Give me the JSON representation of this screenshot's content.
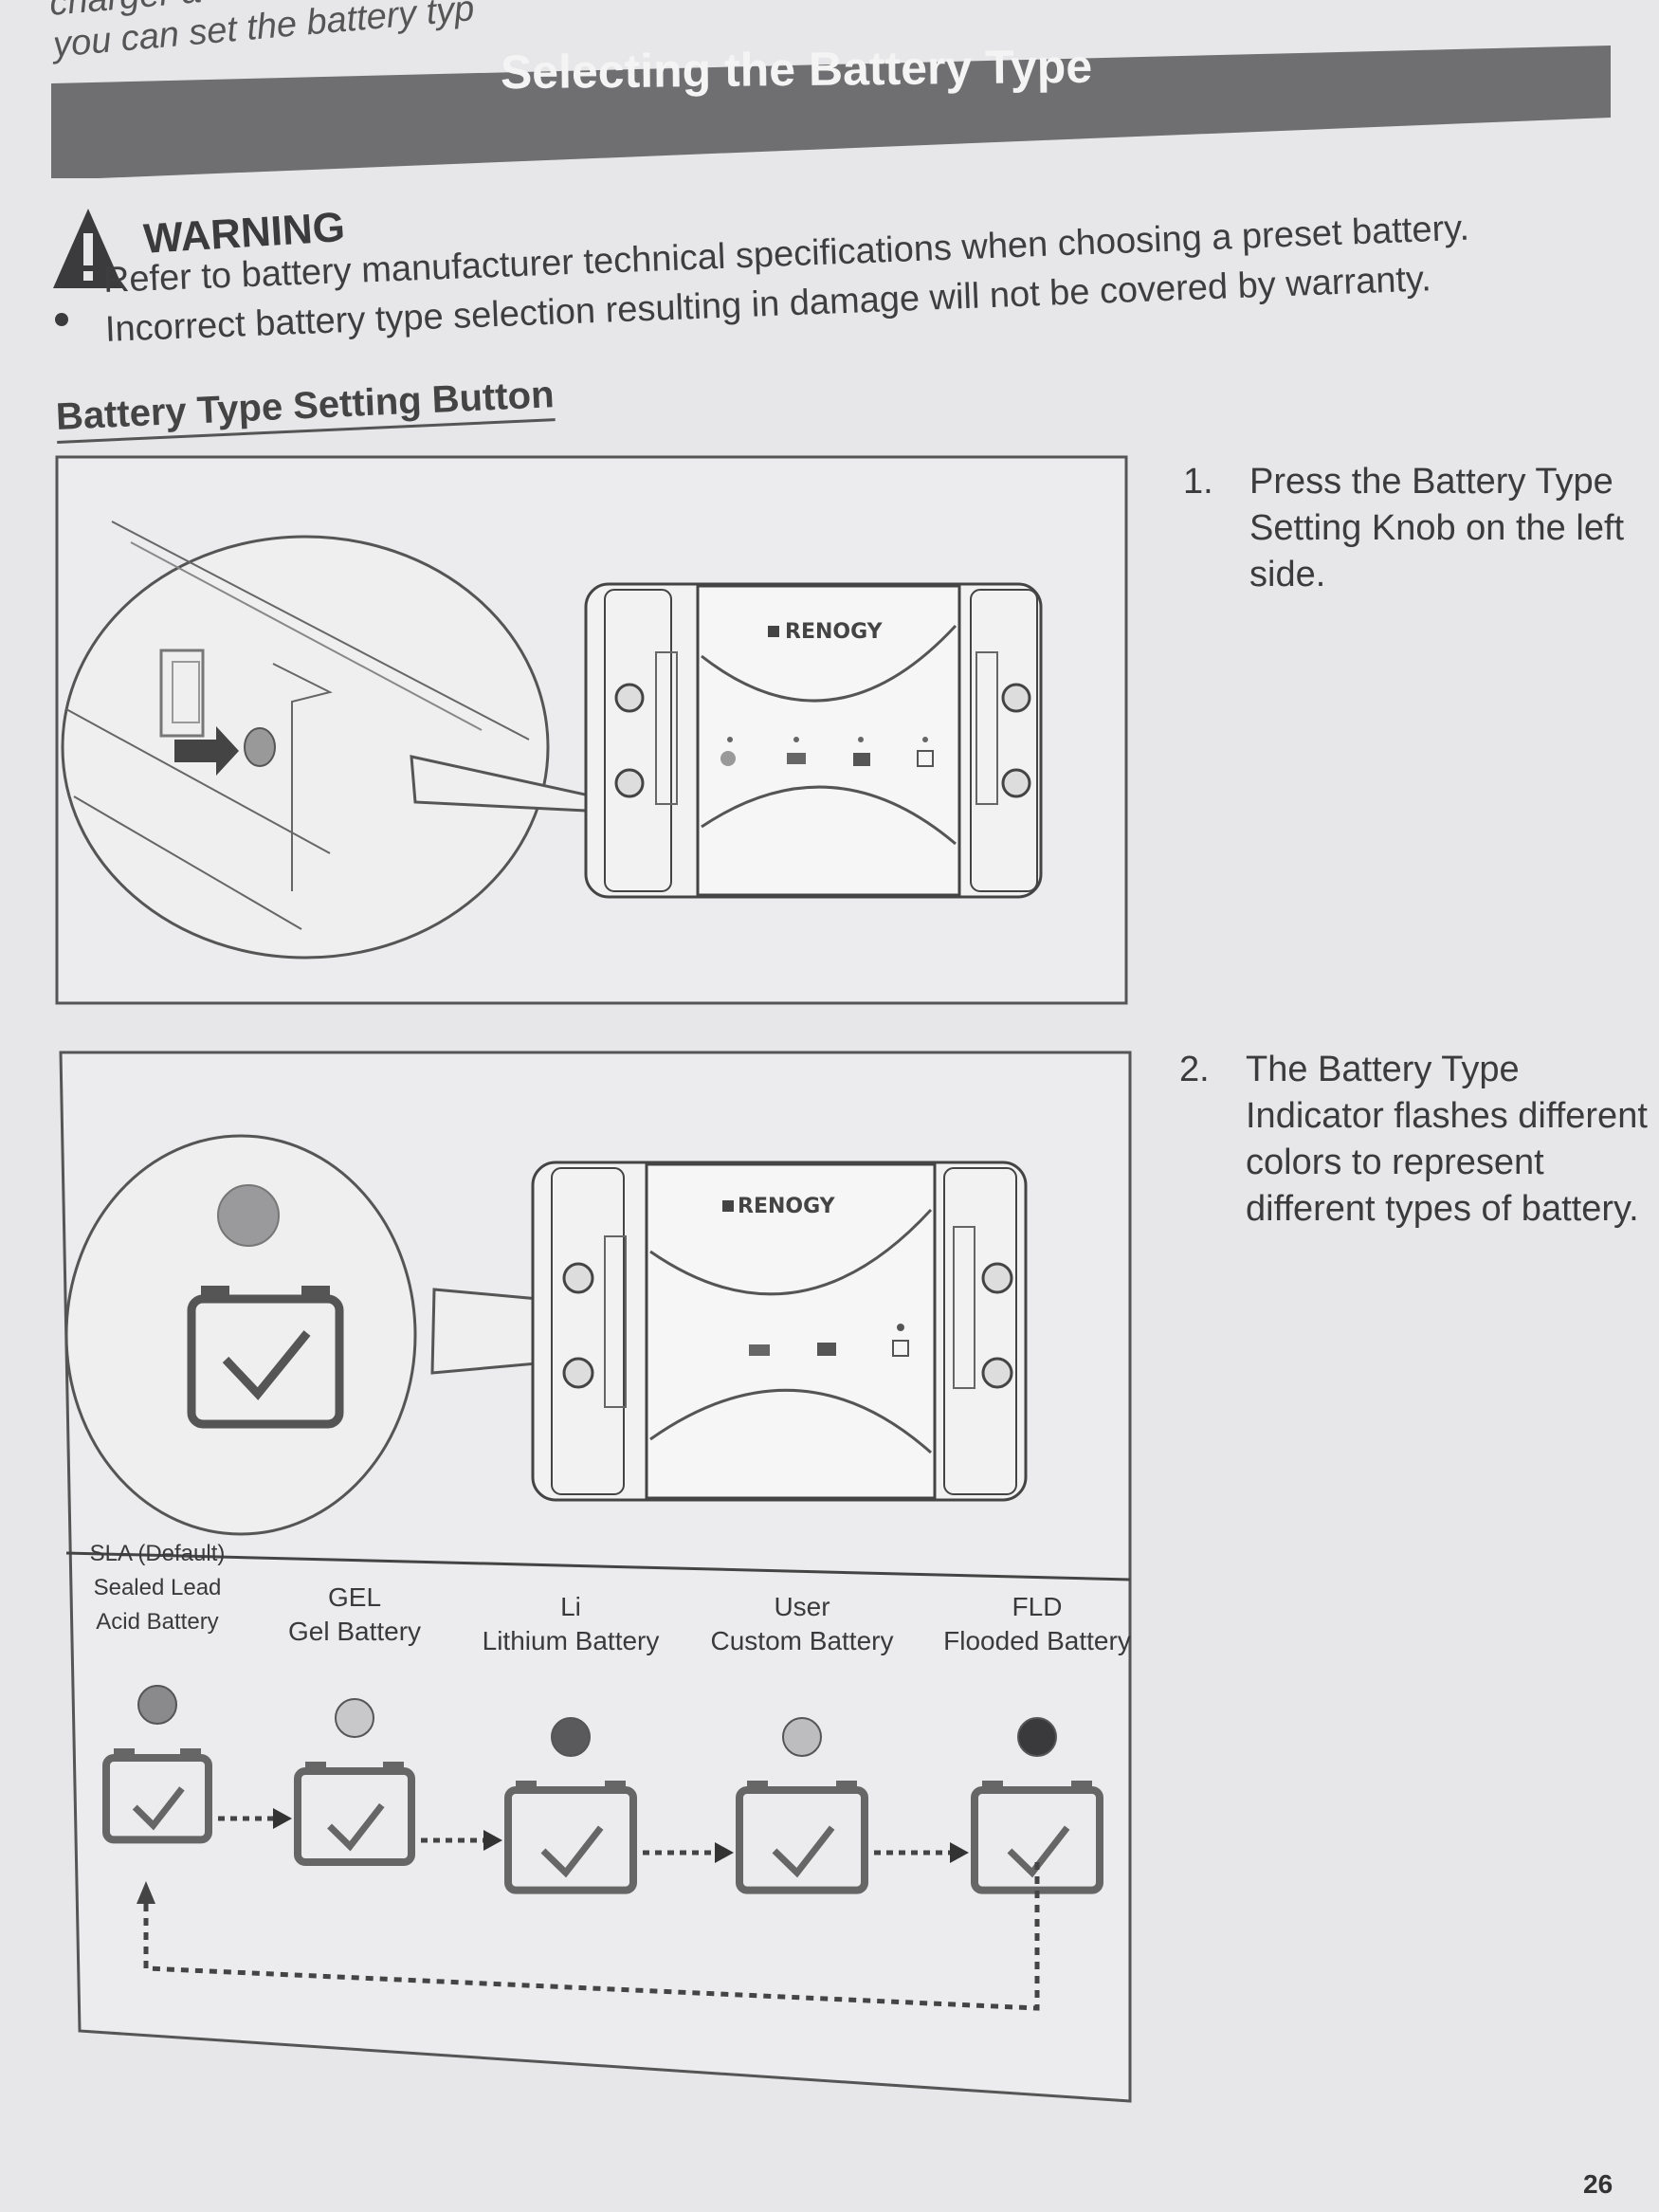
{
  "top_fragment": [
    "charger a",
    "you can set the battery typ"
  ],
  "banner_title": "Selecting the Battery Type",
  "warning": {
    "title": "WARNING",
    "text_lines": [
      "Refer to battery manufacturer technical specifications when choosing a preset battery.",
      "Incorrect battery type selection resulting in damage will not be covered by warranty."
    ]
  },
  "section_heading": "Battery Type Setting Button",
  "brand_logo": "RENOGY",
  "steps": [
    {
      "number": "1.",
      "text": "Press the Battery Type Setting Knob on the left side."
    },
    {
      "number": "2.",
      "text": "The Battery Type Indicator flashes different colors to represent different types of battery."
    }
  ],
  "battery_types": [
    {
      "lines": [
        "SLA (Default)",
        "Sealed Lead",
        "Acid Battery"
      ],
      "indicator_color": "#8a8a8c"
    },
    {
      "lines": [
        "GEL",
        "Gel Battery"
      ],
      "indicator_color": "#c8c8ca"
    },
    {
      "lines": [
        "Li",
        "Lithium Battery"
      ],
      "indicator_color": "#5a5a5c"
    },
    {
      "lines": [
        "User",
        "Custom Battery"
      ],
      "indicator_color": "#bdbdbf"
    },
    {
      "lines": [
        "FLD",
        "Flooded Battery"
      ],
      "indicator_color": "#3a3a3c"
    }
  ],
  "page_number": "26",
  "colors": {
    "banner": "#6f6f71",
    "page": "#e7e7e9",
    "ink": "#3a3a3c"
  }
}
